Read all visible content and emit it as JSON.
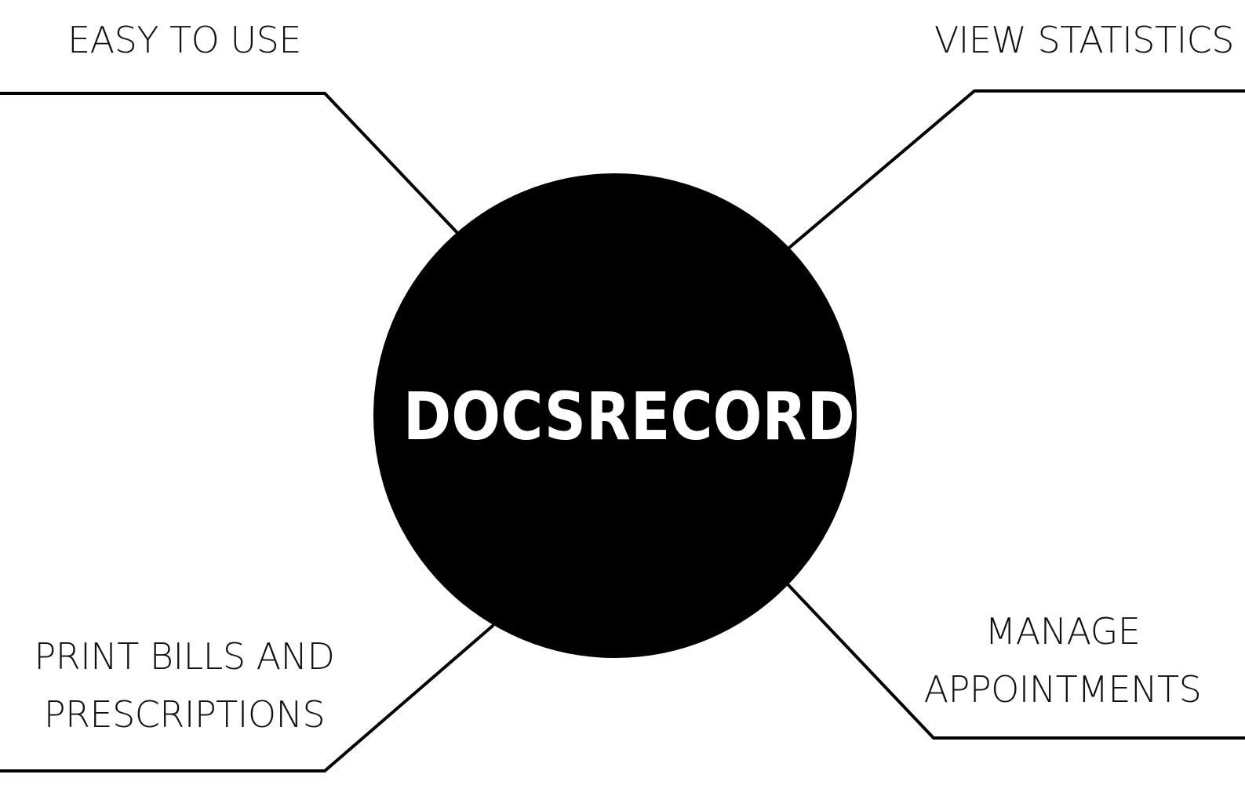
{
  "hub": {
    "title": "DOCSRECORD"
  },
  "features": {
    "easy_to_use": "EASY TO USE",
    "view_statistics": "VIEW STATISTICS",
    "print_bills": {
      "line1": "PRINT BILLS AND",
      "line2": "PRESCRIPTIONS"
    },
    "manage_appointments": {
      "line1": "MANAGE",
      "line2": "APPOINTMENTS"
    }
  },
  "colors": {
    "background": "#ffffff",
    "hub_fill": "#000000",
    "hub_text": "#ffffff",
    "connector": "#000000",
    "label_text": "#111111"
  }
}
